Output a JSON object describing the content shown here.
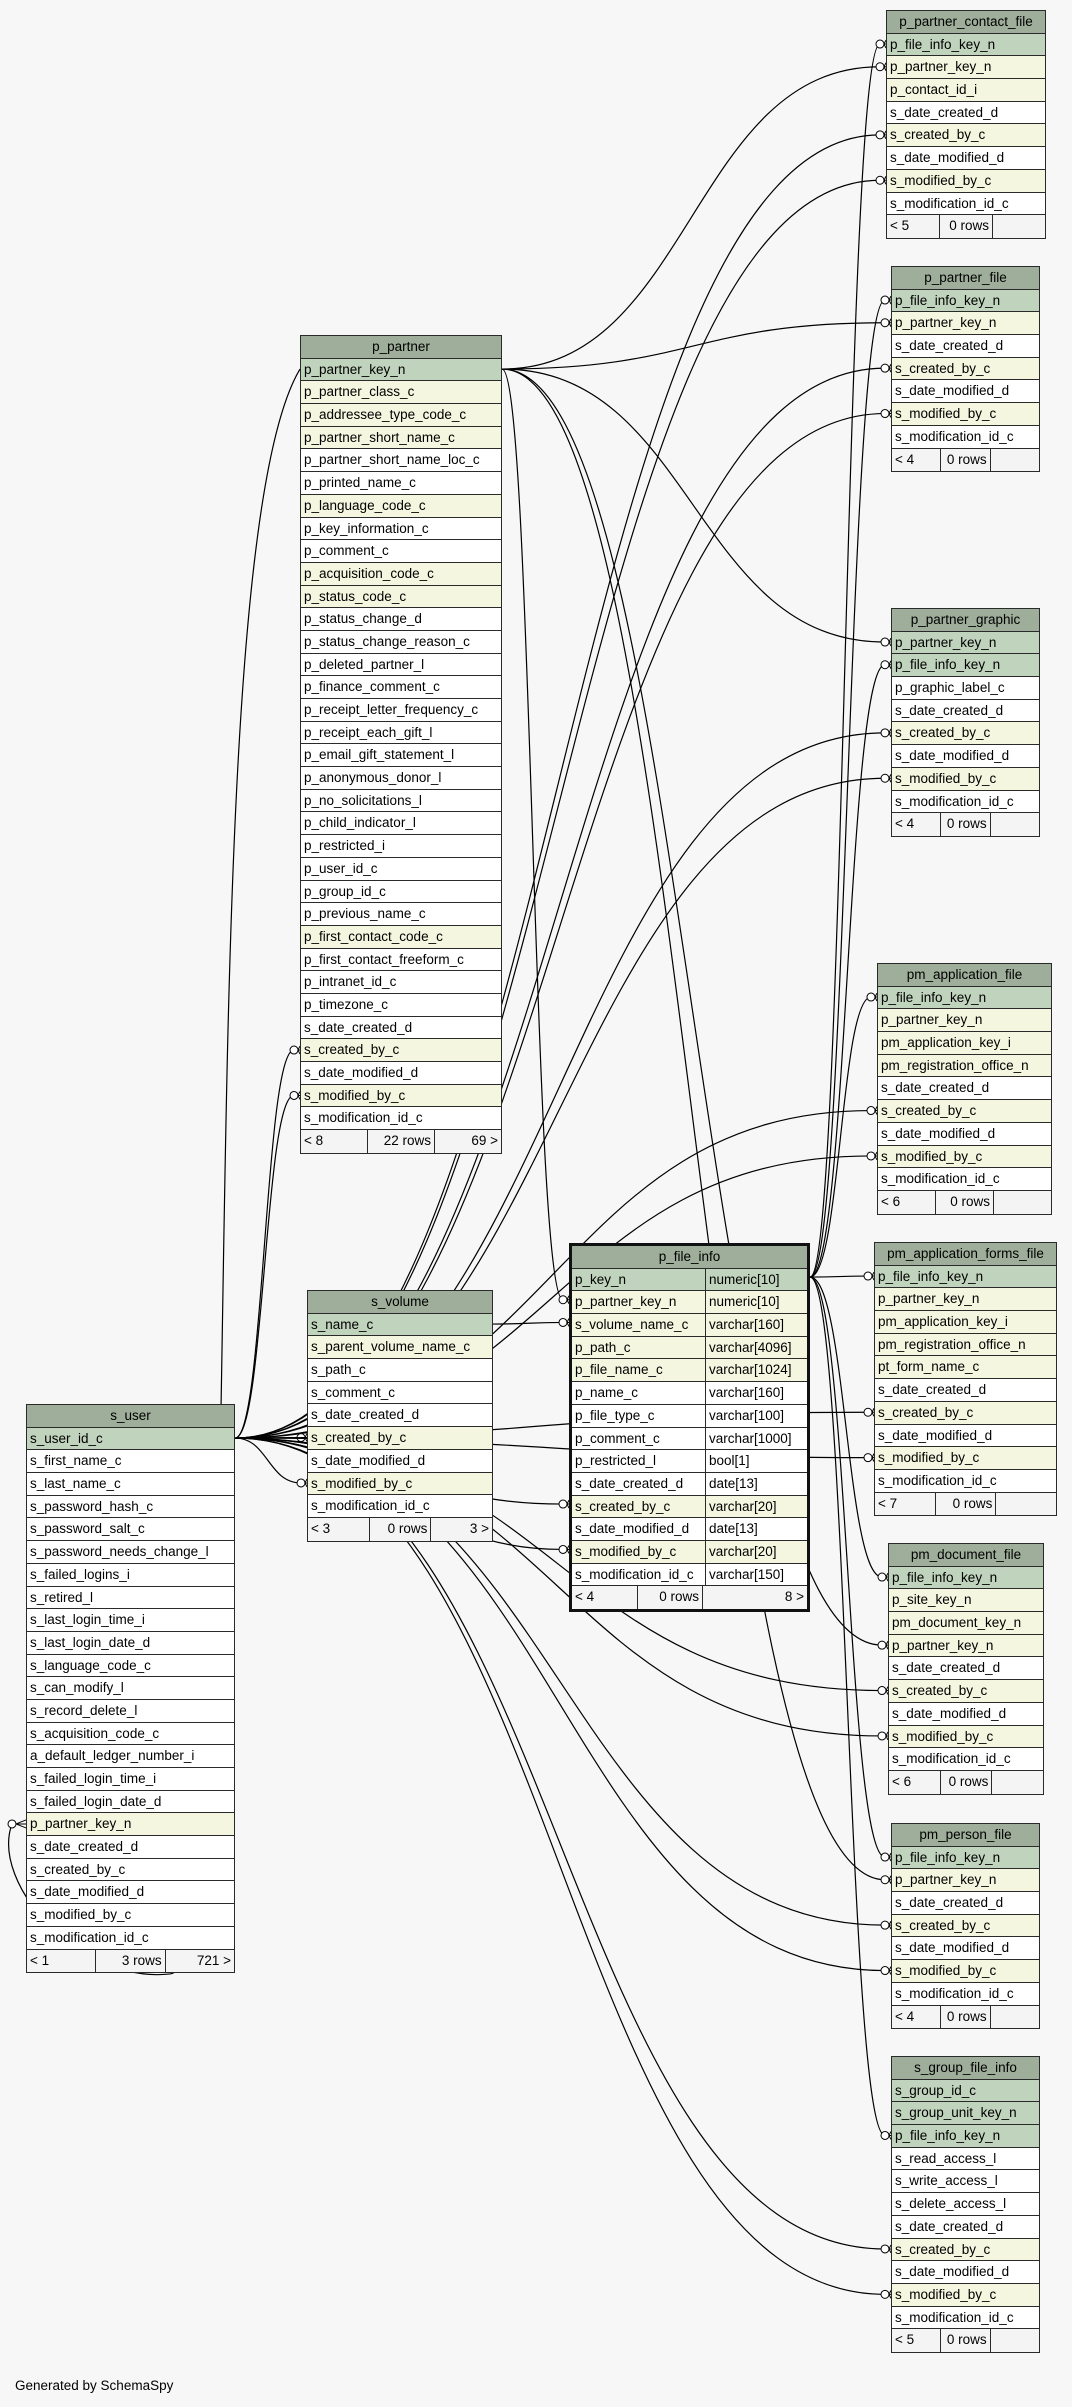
{
  "tables": [
    {
      "id": "s_user",
      "name": "s_user",
      "columns": [
        {
          "name": "s_user_id_c",
          "key": "pk"
        },
        {
          "name": "s_first_name_c",
          "key": ""
        },
        {
          "name": "s_last_name_c",
          "key": ""
        },
        {
          "name": "s_password_hash_c",
          "key": ""
        },
        {
          "name": "s_password_salt_c",
          "key": ""
        },
        {
          "name": "s_password_needs_change_l",
          "key": ""
        },
        {
          "name": "s_failed_logins_i",
          "key": ""
        },
        {
          "name": "s_retired_l",
          "key": ""
        },
        {
          "name": "s_last_login_time_i",
          "key": ""
        },
        {
          "name": "s_last_login_date_d",
          "key": ""
        },
        {
          "name": "s_language_code_c",
          "key": ""
        },
        {
          "name": "s_can_modify_l",
          "key": ""
        },
        {
          "name": "s_record_delete_l",
          "key": ""
        },
        {
          "name": "s_acquisition_code_c",
          "key": ""
        },
        {
          "name": "a_default_ledger_number_i",
          "key": ""
        },
        {
          "name": "s_failed_login_time_i",
          "key": ""
        },
        {
          "name": "s_failed_login_date_d",
          "key": ""
        },
        {
          "name": "p_partner_key_n",
          "key": "fk"
        },
        {
          "name": "s_date_created_d",
          "key": ""
        },
        {
          "name": "s_created_by_c",
          "key": ""
        },
        {
          "name": "s_date_modified_d",
          "key": ""
        },
        {
          "name": "s_modified_by_c",
          "key": ""
        },
        {
          "name": "s_modification_id_c",
          "key": ""
        }
      ],
      "footer": [
        "< 1",
        "3 rows",
        "721 >"
      ]
    },
    {
      "id": "p_partner",
      "name": "p_partner",
      "columns": [
        {
          "name": "p_partner_key_n",
          "key": "pk"
        },
        {
          "name": "p_partner_class_c",
          "key": "fk"
        },
        {
          "name": "p_addressee_type_code_c",
          "key": "fk"
        },
        {
          "name": "p_partner_short_name_c",
          "key": "fk"
        },
        {
          "name": "p_partner_short_name_loc_c",
          "key": ""
        },
        {
          "name": "p_printed_name_c",
          "key": ""
        },
        {
          "name": "p_language_code_c",
          "key": "fk"
        },
        {
          "name": "p_key_information_c",
          "key": ""
        },
        {
          "name": "p_comment_c",
          "key": ""
        },
        {
          "name": "p_acquisition_code_c",
          "key": "fk"
        },
        {
          "name": "p_status_code_c",
          "key": "fk"
        },
        {
          "name": "p_status_change_d",
          "key": ""
        },
        {
          "name": "p_status_change_reason_c",
          "key": ""
        },
        {
          "name": "p_deleted_partner_l",
          "key": ""
        },
        {
          "name": "p_finance_comment_c",
          "key": ""
        },
        {
          "name": "p_receipt_letter_frequency_c",
          "key": ""
        },
        {
          "name": "p_receipt_each_gift_l",
          "key": ""
        },
        {
          "name": "p_email_gift_statement_l",
          "key": ""
        },
        {
          "name": "p_anonymous_donor_l",
          "key": ""
        },
        {
          "name": "p_no_solicitations_l",
          "key": ""
        },
        {
          "name": "p_child_indicator_l",
          "key": ""
        },
        {
          "name": "p_restricted_i",
          "key": ""
        },
        {
          "name": "p_user_id_c",
          "key": ""
        },
        {
          "name": "p_group_id_c",
          "key": ""
        },
        {
          "name": "p_previous_name_c",
          "key": ""
        },
        {
          "name": "p_first_contact_code_c",
          "key": "fk"
        },
        {
          "name": "p_first_contact_freeform_c",
          "key": ""
        },
        {
          "name": "p_intranet_id_c",
          "key": ""
        },
        {
          "name": "p_timezone_c",
          "key": ""
        },
        {
          "name": "s_date_created_d",
          "key": ""
        },
        {
          "name": "s_created_by_c",
          "key": "fk"
        },
        {
          "name": "s_date_modified_d",
          "key": ""
        },
        {
          "name": "s_modified_by_c",
          "key": "fk"
        },
        {
          "name": "s_modification_id_c",
          "key": ""
        }
      ],
      "footer": [
        "< 8",
        "22 rows",
        "69 >"
      ]
    },
    {
      "id": "s_volume",
      "name": "s_volume",
      "columns": [
        {
          "name": "s_name_c",
          "key": "pk"
        },
        {
          "name": "s_parent_volume_name_c",
          "key": "fk"
        },
        {
          "name": "s_path_c",
          "key": ""
        },
        {
          "name": "s_comment_c",
          "key": ""
        },
        {
          "name": "s_date_created_d",
          "key": ""
        },
        {
          "name": "s_created_by_c",
          "key": "fk"
        },
        {
          "name": "s_date_modified_d",
          "key": ""
        },
        {
          "name": "s_modified_by_c",
          "key": "fk"
        },
        {
          "name": "s_modification_id_c",
          "key": ""
        }
      ],
      "footer": [
        "< 3",
        "0 rows",
        "3 >"
      ]
    },
    {
      "id": "p_file_info",
      "name": "p_file_info",
      "columns": [
        {
          "name": "p_key_n",
          "key": "pk",
          "type": "numeric[10]"
        },
        {
          "name": "p_partner_key_n",
          "key": "fk",
          "type": "numeric[10]"
        },
        {
          "name": "s_volume_name_c",
          "key": "fk",
          "type": "varchar[160]"
        },
        {
          "name": "p_path_c",
          "key": "fk",
          "type": "varchar[4096]"
        },
        {
          "name": "p_file_name_c",
          "key": "fk",
          "type": "varchar[1024]"
        },
        {
          "name": "p_name_c",
          "key": "",
          "type": "varchar[160]"
        },
        {
          "name": "p_file_type_c",
          "key": "",
          "type": "varchar[100]"
        },
        {
          "name": "p_comment_c",
          "key": "",
          "type": "varchar[1000]"
        },
        {
          "name": "p_restricted_l",
          "key": "",
          "type": "bool[1]"
        },
        {
          "name": "s_date_created_d",
          "key": "",
          "type": "date[13]"
        },
        {
          "name": "s_created_by_c",
          "key": "fk",
          "type": "varchar[20]"
        },
        {
          "name": "s_date_modified_d",
          "key": "",
          "type": "date[13]"
        },
        {
          "name": "s_modified_by_c",
          "key": "fk",
          "type": "varchar[20]"
        },
        {
          "name": "s_modification_id_c",
          "key": "",
          "type": "varchar[150]"
        }
      ],
      "footer": [
        "< 4",
        "0 rows",
        "8 >"
      ]
    },
    {
      "id": "p_partner_contact_file",
      "name": "p_partner_contact_file",
      "columns": [
        {
          "name": "p_file_info_key_n",
          "key": "pk"
        },
        {
          "name": "p_partner_key_n",
          "key": "fk"
        },
        {
          "name": "p_contact_id_i",
          "key": "fk"
        },
        {
          "name": "s_date_created_d",
          "key": ""
        },
        {
          "name": "s_created_by_c",
          "key": "fk"
        },
        {
          "name": "s_date_modified_d",
          "key": ""
        },
        {
          "name": "s_modified_by_c",
          "key": "fk"
        },
        {
          "name": "s_modification_id_c",
          "key": ""
        }
      ],
      "footer": [
        "< 5",
        "0 rows",
        ""
      ]
    },
    {
      "id": "p_partner_file",
      "name": "p_partner_file",
      "columns": [
        {
          "name": "p_file_info_key_n",
          "key": "pk"
        },
        {
          "name": "p_partner_key_n",
          "key": "fk"
        },
        {
          "name": "s_date_created_d",
          "key": ""
        },
        {
          "name": "s_created_by_c",
          "key": "fk"
        },
        {
          "name": "s_date_modified_d",
          "key": ""
        },
        {
          "name": "s_modified_by_c",
          "key": "fk"
        },
        {
          "name": "s_modification_id_c",
          "key": ""
        }
      ],
      "footer": [
        "< 4",
        "0 rows",
        ""
      ]
    },
    {
      "id": "p_partner_graphic",
      "name": "p_partner_graphic",
      "columns": [
        {
          "name": "p_partner_key_n",
          "key": "pk"
        },
        {
          "name": "p_file_info_key_n",
          "key": "pk"
        },
        {
          "name": "p_graphic_label_c",
          "key": ""
        },
        {
          "name": "s_date_created_d",
          "key": ""
        },
        {
          "name": "s_created_by_c",
          "key": "fk"
        },
        {
          "name": "s_date_modified_d",
          "key": ""
        },
        {
          "name": "s_modified_by_c",
          "key": "fk"
        },
        {
          "name": "s_modification_id_c",
          "key": ""
        }
      ],
      "footer": [
        "< 4",
        "0 rows",
        ""
      ]
    },
    {
      "id": "pm_application_file",
      "name": "pm_application_file",
      "columns": [
        {
          "name": "p_file_info_key_n",
          "key": "pk"
        },
        {
          "name": "p_partner_key_n",
          "key": "fk"
        },
        {
          "name": "pm_application_key_i",
          "key": "fk"
        },
        {
          "name": "pm_registration_office_n",
          "key": "fk"
        },
        {
          "name": "s_date_created_d",
          "key": ""
        },
        {
          "name": "s_created_by_c",
          "key": "fk"
        },
        {
          "name": "s_date_modified_d",
          "key": ""
        },
        {
          "name": "s_modified_by_c",
          "key": "fk"
        },
        {
          "name": "s_modification_id_c",
          "key": ""
        }
      ],
      "footer": [
        "< 6",
        "0 rows",
        ""
      ]
    },
    {
      "id": "pm_application_forms_file",
      "name": "pm_application_forms_file",
      "columns": [
        {
          "name": "p_file_info_key_n",
          "key": "pk"
        },
        {
          "name": "p_partner_key_n",
          "key": "fk"
        },
        {
          "name": "pm_application_key_i",
          "key": "fk"
        },
        {
          "name": "pm_registration_office_n",
          "key": "fk"
        },
        {
          "name": "pt_form_name_c",
          "key": "fk"
        },
        {
          "name": "s_date_created_d",
          "key": ""
        },
        {
          "name": "s_created_by_c",
          "key": "fk"
        },
        {
          "name": "s_date_modified_d",
          "key": ""
        },
        {
          "name": "s_modified_by_c",
          "key": "fk"
        },
        {
          "name": "s_modification_id_c",
          "key": ""
        }
      ],
      "footer": [
        "< 7",
        "0 rows",
        ""
      ]
    },
    {
      "id": "pm_document_file",
      "name": "pm_document_file",
      "columns": [
        {
          "name": "p_file_info_key_n",
          "key": "pk"
        },
        {
          "name": "p_site_key_n",
          "key": "fk"
        },
        {
          "name": "pm_document_key_n",
          "key": "fk"
        },
        {
          "name": "p_partner_key_n",
          "key": "fk"
        },
        {
          "name": "s_date_created_d",
          "key": ""
        },
        {
          "name": "s_created_by_c",
          "key": "fk"
        },
        {
          "name": "s_date_modified_d",
          "key": ""
        },
        {
          "name": "s_modified_by_c",
          "key": "fk"
        },
        {
          "name": "s_modification_id_c",
          "key": ""
        }
      ],
      "footer": [
        "< 6",
        "0 rows",
        ""
      ]
    },
    {
      "id": "pm_person_file",
      "name": "pm_person_file",
      "columns": [
        {
          "name": "p_file_info_key_n",
          "key": "pk"
        },
        {
          "name": "p_partner_key_n",
          "key": "fk"
        },
        {
          "name": "s_date_created_d",
          "key": ""
        },
        {
          "name": "s_created_by_c",
          "key": "fk"
        },
        {
          "name": "s_date_modified_d",
          "key": ""
        },
        {
          "name": "s_modified_by_c",
          "key": "fk"
        },
        {
          "name": "s_modification_id_c",
          "key": ""
        }
      ],
      "footer": [
        "< 4",
        "0 rows",
        ""
      ]
    },
    {
      "id": "s_group_file_info",
      "name": "s_group_file_info",
      "columns": [
        {
          "name": "s_group_id_c",
          "key": "pk"
        },
        {
          "name": "s_group_unit_key_n",
          "key": "pk"
        },
        {
          "name": "p_file_info_key_n",
          "key": "pk"
        },
        {
          "name": "s_read_access_l",
          "key": ""
        },
        {
          "name": "s_write_access_l",
          "key": ""
        },
        {
          "name": "s_delete_access_l",
          "key": ""
        },
        {
          "name": "s_date_created_d",
          "key": ""
        },
        {
          "name": "s_created_by_c",
          "key": "fk"
        },
        {
          "name": "s_date_modified_d",
          "key": ""
        },
        {
          "name": "s_modified_by_c",
          "key": "fk"
        },
        {
          "name": "s_modification_id_c",
          "key": ""
        }
      ],
      "footer": [
        "< 5",
        "0 rows",
        ""
      ]
    }
  ],
  "credit": "Generated by SchemaSpy"
}
